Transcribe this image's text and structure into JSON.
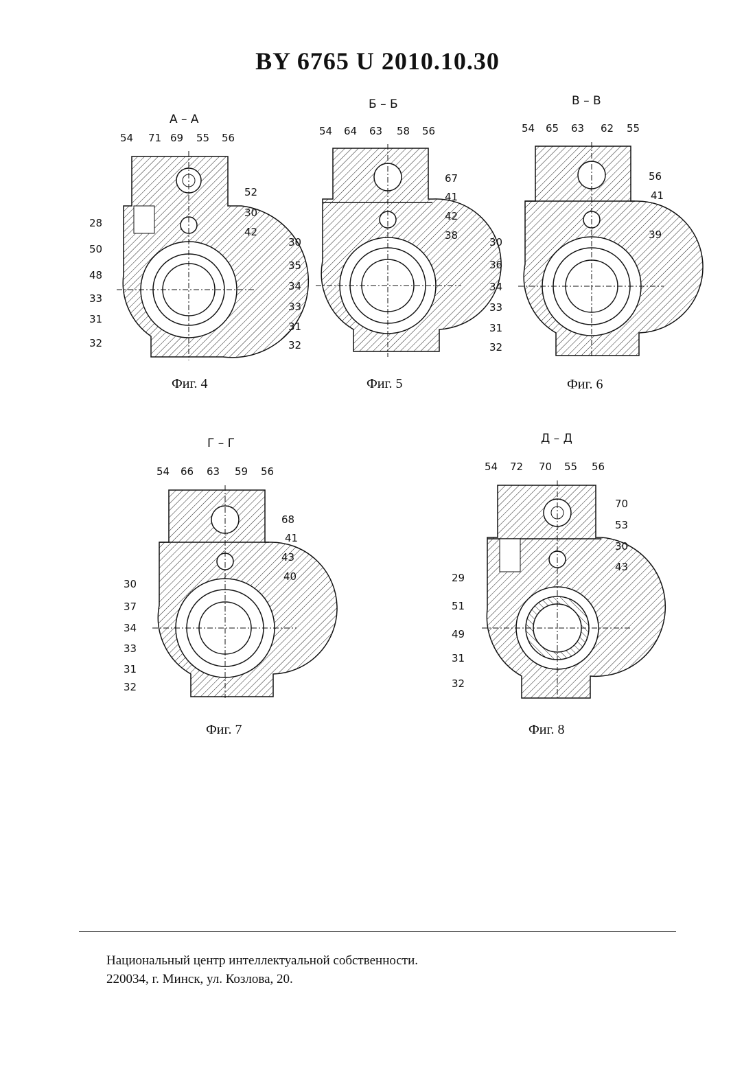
{
  "header": {
    "title": "BY  6765  U  2010.10.30"
  },
  "figures": [
    {
      "id": "fig4",
      "section": "А – А",
      "caption": "Фиг. 4",
      "top_labels": [
        "54",
        "71",
        "69",
        "55",
        "56"
      ],
      "right_labels": [
        "52",
        "30",
        "42"
      ],
      "left_labels": [
        "28",
        "50",
        "48",
        "33",
        "31",
        "32"
      ]
    },
    {
      "id": "fig5",
      "section": "Б – Б",
      "caption": "Фиг. 5",
      "top_labels": [
        "54",
        "64",
        "63",
        "58",
        "56"
      ],
      "right_labels": [
        "67",
        "41",
        "42",
        "38"
      ],
      "left_labels": [
        "30",
        "35",
        "34",
        "33",
        "31",
        "32"
      ]
    },
    {
      "id": "fig6",
      "section": "В – В",
      "caption": "Фиг. 6",
      "top_labels": [
        "54",
        "65",
        "63",
        "62",
        "55"
      ],
      "right_labels": [
        "56",
        "41",
        "39"
      ],
      "left_labels": [
        "30",
        "36",
        "34",
        "33",
        "31",
        "32"
      ]
    },
    {
      "id": "fig7",
      "section": "Г – Г",
      "caption": "Фиг. 7",
      "top_labels": [
        "54",
        "66",
        "63",
        "59",
        "56"
      ],
      "right_labels": [
        "68",
        "41",
        "43",
        "40"
      ],
      "left_labels": [
        "30",
        "37",
        "34",
        "33",
        "31",
        "32"
      ]
    },
    {
      "id": "fig8",
      "section": "Д – Д",
      "caption": "Фиг. 8",
      "top_labels": [
        "54",
        "72",
        "70",
        "55",
        "56"
      ],
      "right_labels": [
        "70",
        "53",
        "30",
        "43"
      ],
      "left_labels": [
        "29",
        "51",
        "49",
        "31",
        "32"
      ]
    }
  ],
  "footer": {
    "line1": "Национальный центр интеллектуальной собственности.",
    "line2": "220034, г. Минск, ул. Козлова, 20."
  }
}
